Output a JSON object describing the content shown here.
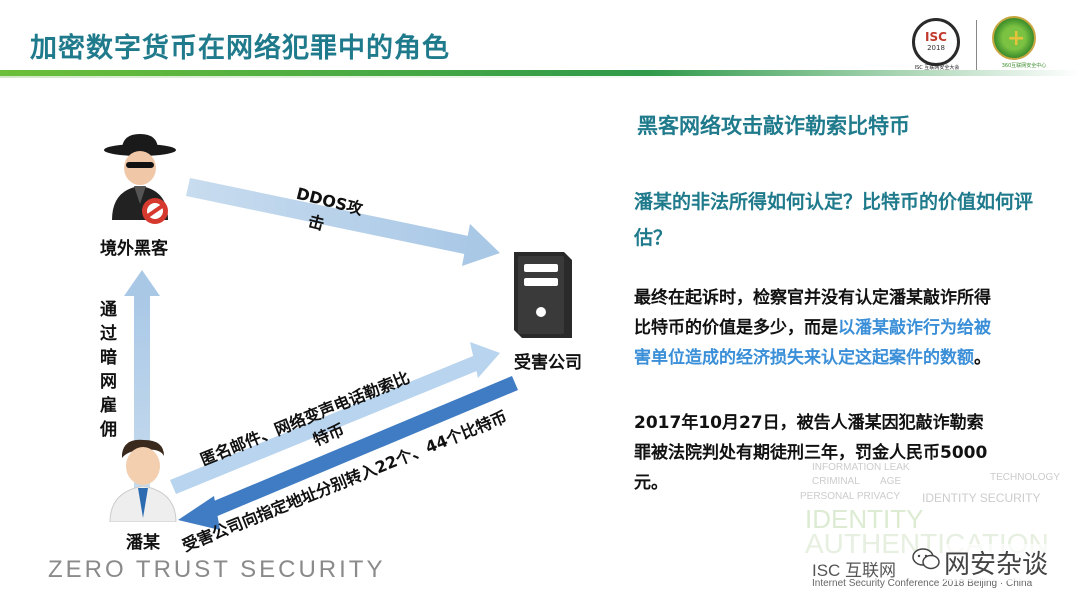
{
  "slide": {
    "title": "加密数字货币在网络犯罪中的角色",
    "logos": {
      "isc_text": "ISC",
      "isc_year": "2018",
      "isc_caption": "ISC 互联网安全大会",
      "sec360_caption": "360互联网安全中心"
    },
    "diagram": {
      "hacker_label": "境外黑客",
      "victim_label": "受害公司",
      "suspect_label": "潘某",
      "ddos_label_line1": "DDOS攻",
      "ddos_label_line2": "击",
      "hire_label": "通过暗网雇佣",
      "extortion_label_line1": "匿名邮件、网络变声电话勒索比",
      "extortion_label_line2": "特币",
      "payment_label": "受害公司向指定地址分别转入22个、44个比特币"
    },
    "right_panel": {
      "heading": "黑客网络攻击敲诈勒索比特币",
      "question": "潘某的非法所得如何认定？比特币的价值如何评估？",
      "para1_plain": "最终在起诉时，检察官并没有认定潘某敲诈所得比特币的价值是多少，而是",
      "para1_highlight": "以潘某敲诈行为给被害单位造成的经济损失来认定这起案件的数额",
      "para1_end": "。",
      "para2": "2017年10月27日，被告人潘某因犯敲诈勒索罪被法院判处有期徒刑三年，罚金人民币5000元。"
    },
    "watermark": {
      "words": [
        "INFORMATION LEAK",
        "CRIMINAL",
        "AGE",
        "PERSONAL PRIVACY",
        "IDENTITY SECURITY",
        "TECHNOLOGY",
        "IDENTITY",
        "AUTHENTICATION"
      ],
      "zero_trust": "ZERO TRUST SECURITY",
      "isc_footer1": "ISC 互联网",
      "isc_footer2": "Internet Security Conference 2018  Beijing · China",
      "wechat": "网安杂谈"
    },
    "colors": {
      "title": "#1f7a8c",
      "highlight": "#3a8fd8",
      "arrow_light": "#b8d4ee",
      "arrow_dark": "#3f7cc4"
    },
    "icons": [
      "hacker-icon",
      "no-entry-icon",
      "server-icon",
      "person-icon",
      "wechat-icon"
    ]
  }
}
